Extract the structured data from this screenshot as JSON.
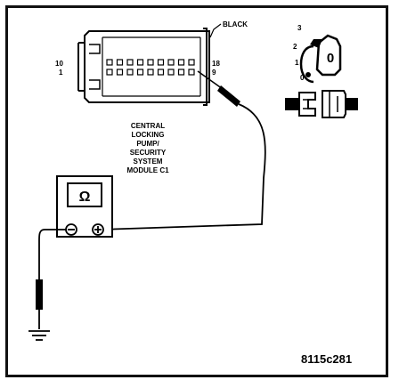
{
  "connector": {
    "wire_color_label": "BLACK",
    "pin_top_left": "10",
    "pin_bottom_left": "1",
    "pin_top_right": "18",
    "pin_bottom_right": "9"
  },
  "module_label_lines": [
    "CENTRAL",
    "LOCKING",
    "PUMP/",
    "SECURITY",
    "SYSTEM",
    "MODULE C1"
  ],
  "ignition_positions": [
    "3",
    "2",
    "1",
    "0"
  ],
  "ignition_key_label": "0",
  "meter": {
    "symbol": "Ω",
    "negative_symbol": "⊖",
    "positive_symbol": "⊕"
  },
  "figure_code": "8115c281",
  "colors": {
    "line": "#000000",
    "background": "#ffffff"
  }
}
